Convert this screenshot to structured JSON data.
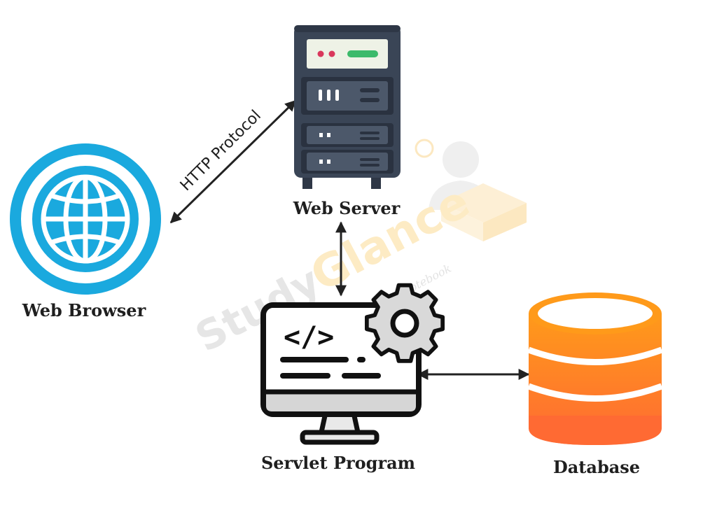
{
  "diagram": {
    "nodes": {
      "browser": {
        "label": "Web Browser",
        "icon": "globe-icon",
        "color": "#1aa9de"
      },
      "server": {
        "label": "Web Server",
        "icon": "server-rack-icon",
        "color": "#3a4556"
      },
      "servlet": {
        "label": "Servlet Program",
        "icon": "code-monitor-gear-icon",
        "color": "#1f1f1f"
      },
      "database": {
        "label": "Database",
        "icon": "database-cylinder-icon",
        "color": "#ff8c1a"
      }
    },
    "edges": [
      {
        "from": "browser",
        "to": "server",
        "label": "HTTP Protocol",
        "direction": "both"
      },
      {
        "from": "server",
        "to": "servlet",
        "label": "",
        "direction": "both"
      },
      {
        "from": "servlet",
        "to": "database",
        "label": "",
        "direction": "both"
      }
    ]
  },
  "watermark": {
    "word1": "Study",
    "word2": "Glance",
    "tagline": "Fully Loaded Notebook",
    "color_study": "#e6e6e6",
    "color_glance": "#fdebc4"
  }
}
